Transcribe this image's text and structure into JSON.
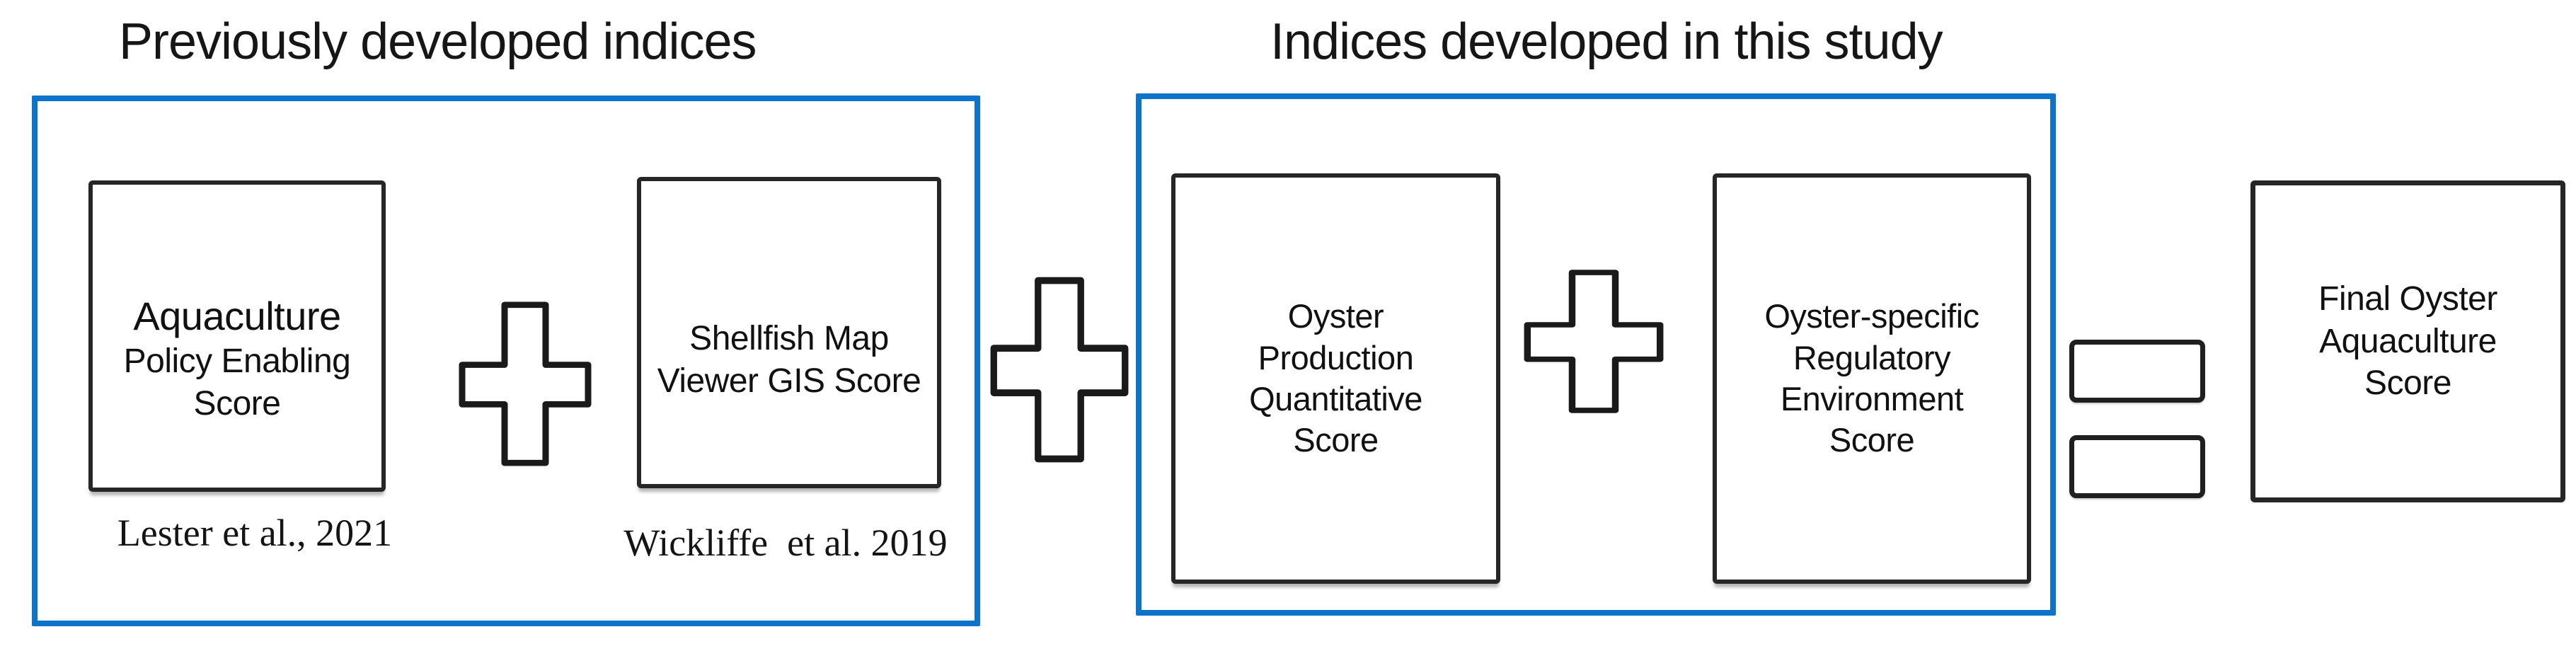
{
  "figure": {
    "groups": [
      {
        "title": "Previously developed indices",
        "boxes": [
          {
            "lines": [
              "Aquaculture",
              "Policy Enabling",
              "Score"
            ],
            "citation": "Lester et al., 2021"
          },
          {
            "lines": [
              "Shellfish Map",
              "Viewer GIS Score"
            ],
            "citation": "Wickliffe  et al. 2019"
          }
        ]
      },
      {
        "title": "Indices developed in this study",
        "boxes": [
          {
            "lines": [
              "Oyster",
              "Production",
              "Quantitative",
              "Score"
            ]
          },
          {
            "lines": [
              "Oyster-specific",
              "Regulatory",
              "Environment",
              "Score"
            ]
          }
        ]
      }
    ],
    "result": {
      "lines": [
        "Final Oyster",
        "Aquaculture",
        "Score"
      ]
    },
    "icons": {
      "combine_operator": "plus-icon",
      "result_operator": "equals-icon"
    },
    "colors": {
      "group_border": "#0e74cb",
      "box_border": "#262626",
      "text": "#111111",
      "background": "#ffffff"
    }
  }
}
